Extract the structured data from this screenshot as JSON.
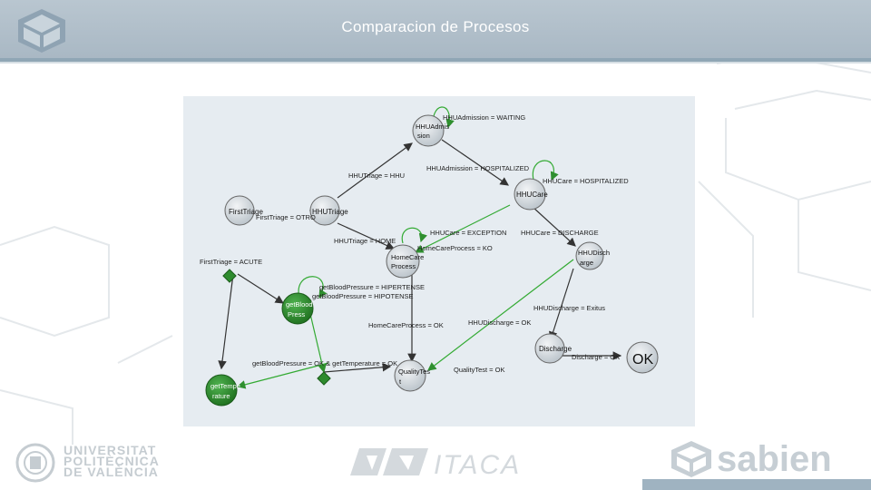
{
  "slide": {
    "title": "Comparacion de Procesos"
  },
  "diagram": {
    "nodes": {
      "first_triage": "FirstTriage",
      "hhu_triage": "HHUTriage",
      "hhu_admission": [
        "HHUAdmis",
        "sion"
      ],
      "hhu_care": "HHUCare",
      "home_care": [
        "HomeCare",
        "Process"
      ],
      "hhu_discharge": [
        "HHUDisch",
        "arge"
      ],
      "get_blood": [
        "getBlood",
        "Press"
      ],
      "get_temp": [
        "getTempe",
        "rature"
      ],
      "quality_test": [
        "QualityTes",
        "t"
      ],
      "discharge": "Discharge",
      "ok": "OK"
    },
    "labels": {
      "l1": "HHUAdmission = WAITING",
      "l2": "HHUAdmission = HOSPITALIZED",
      "l3": "HHUTriage = HHU",
      "l4": "HHUCare = HOSPITALIZED",
      "l5": "FirstTriage = OTRO",
      "l6": "HHUCare = EXCEPTION",
      "l7": "HHUCare = DISCHARGE",
      "l8": "HHUTriage = HOME",
      "l9": "HomeCareProcess = KO",
      "l10": "FirstTriage = ACUTE",
      "l11": "getBloodPressure = HIPERTENSE",
      "l12": "getBloodPressure = HIPOTENSE",
      "l13": "HHUDischarge = Exitus",
      "l14": "HomeCareProcess = OK",
      "l15": "HHUDischarge = OK",
      "l16": "getBloodPressure = OK & getTemperature = OK",
      "l17": "QualityTest = OK",
      "l18": "Discharge = OK"
    }
  },
  "footer": {
    "upv_lines": [
      "UNIVERSITAT",
      "POLITÈCNICA",
      "DE VALÈNCIA"
    ],
    "itaca": "ITACA",
    "sabien": "sabien"
  },
  "colors": {
    "header": "#a9b8c4",
    "node_gray": "#d3dae0",
    "node_green": "#2e8b2e",
    "edge_green": "#33aa33",
    "edge_dark": "#333333"
  }
}
